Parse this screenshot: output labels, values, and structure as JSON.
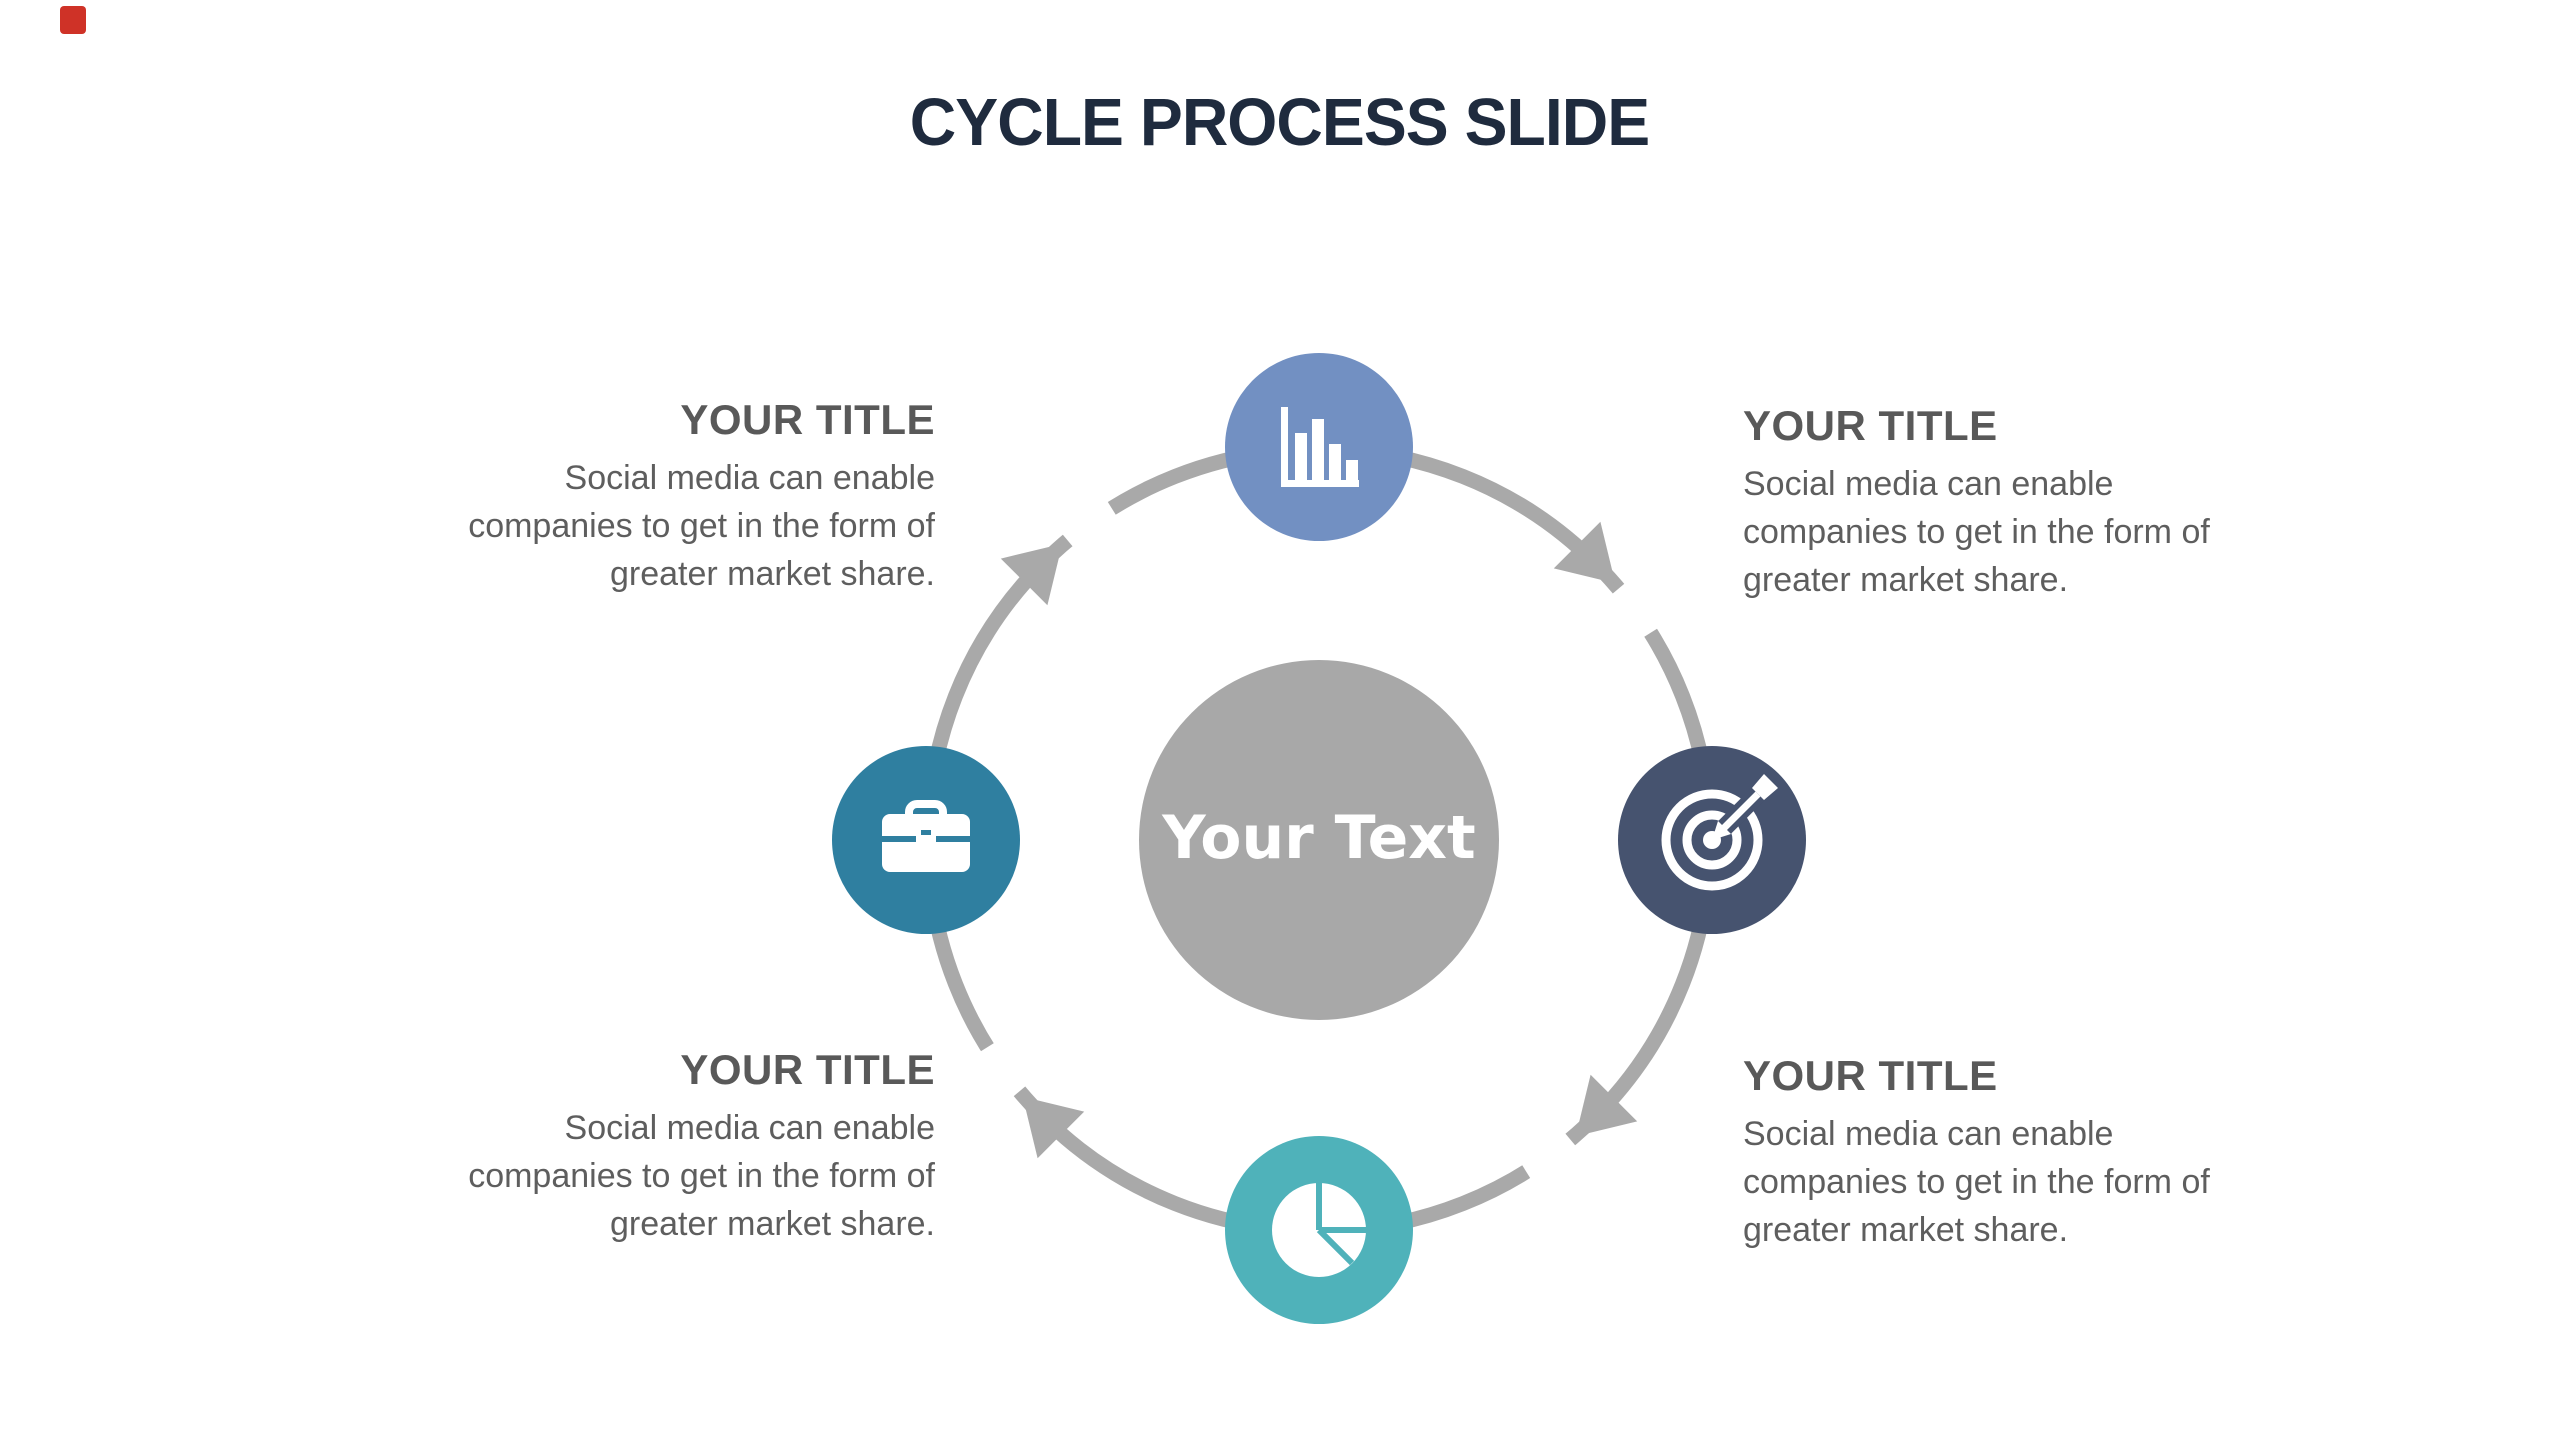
{
  "title": "CYCLE PROCESS SLIDE",
  "red_corner_mark": "red-mark",
  "center": {
    "label": "Your Text"
  },
  "colors": {
    "title_navy": "#1f2b3e",
    "ring_gray": "#a9a9a9",
    "center_circle_gray": "#a8a8a8",
    "text_gray": "#595959",
    "node_top_blue": "#7290c2",
    "node_right_navy": "#46536f",
    "node_bottom_teal": "#4fb2ba",
    "node_left_steelblue": "#2f7fa0",
    "icon_white": "#ffffff"
  },
  "nodes": [
    {
      "id": "top",
      "icon": "bar-chart-icon",
      "color": "#7290c2"
    },
    {
      "id": "right",
      "icon": "target-icon",
      "color": "#46536f"
    },
    {
      "id": "bottom",
      "icon": "pie-chart-icon",
      "color": "#4fb2ba"
    },
    {
      "id": "left",
      "icon": "briefcase-icon",
      "color": "#2f7fa0"
    }
  ],
  "blocks": [
    {
      "position": "top-left",
      "title": "YOUR TITLE",
      "lines": [
        "Social media can enable",
        "companies to get in the form of",
        "greater market share."
      ]
    },
    {
      "position": "top-right",
      "title": "YOUR TITLE",
      "lines": [
        "Social media can enable",
        "companies to get in the form of",
        "greater market share."
      ]
    },
    {
      "position": "bottom-left",
      "title": "YOUR TITLE",
      "lines": [
        "Social media can enable",
        "companies to get in the form of",
        "greater market share."
      ]
    },
    {
      "position": "bottom-right",
      "title": "YOUR TITLE",
      "lines": [
        "Social media can enable",
        "companies to get in the form of",
        "greater market share."
      ]
    }
  ]
}
